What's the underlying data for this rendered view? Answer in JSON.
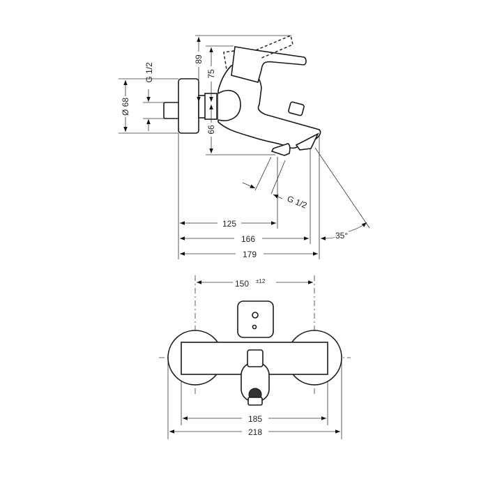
{
  "side_view": {
    "dim_diameter": "Ø 68",
    "dim_thread_inlet": "G 1/2",
    "dim_height_lever_open": "89",
    "dim_height_lever": "75",
    "dim_height_spout": "66",
    "dim_thread_outlet": "G 1/2",
    "dim_projection_outlet": "125",
    "dim_projection_spout": "166",
    "dim_projection_total": "179",
    "dim_angle": "35°"
  },
  "front_view": {
    "dim_centers": "150",
    "dim_centers_tolerance": "±12",
    "dim_body_width": "185",
    "dim_total_width": "218"
  }
}
